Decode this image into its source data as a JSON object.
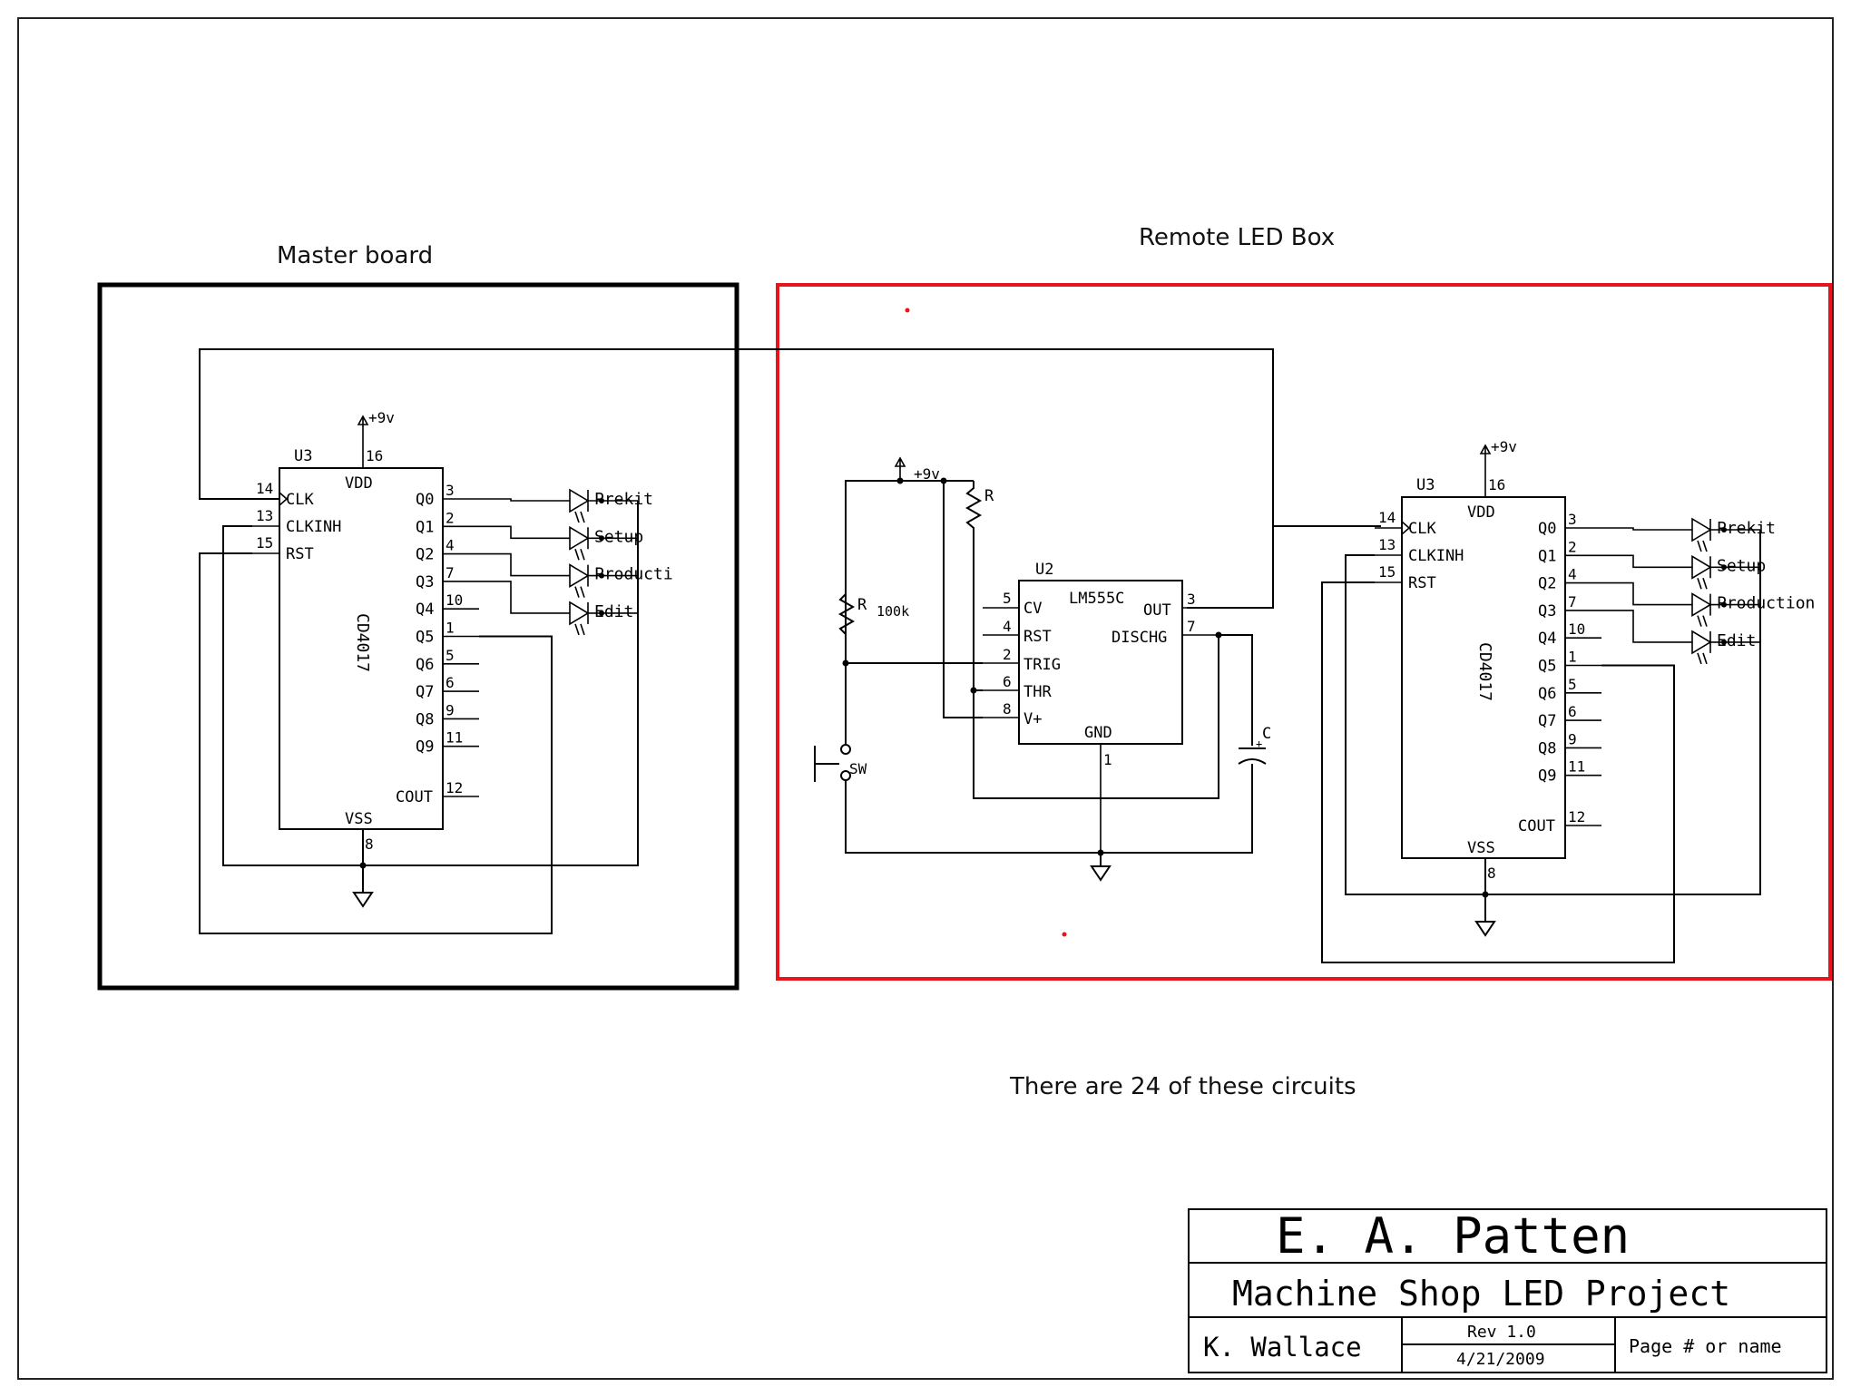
{
  "labels": {
    "master_board": "Master board",
    "remote_box": "Remote LED Box",
    "note": "There are 24 of these circuits"
  },
  "counter": {
    "ref": "U3",
    "part": "CD4017",
    "supply": "+9v",
    "pins_left": [
      {
        "num": "14",
        "name": "CLK"
      },
      {
        "num": "13",
        "name": "CLKINH"
      },
      {
        "num": "15",
        "name": "RST"
      }
    ],
    "pins_right": [
      {
        "num": "3",
        "name": "Q0"
      },
      {
        "num": "2",
        "name": "Q1"
      },
      {
        "num": "4",
        "name": "Q2"
      },
      {
        "num": "7",
        "name": "Q3"
      },
      {
        "num": "10",
        "name": "Q4"
      },
      {
        "num": "1",
        "name": "Q5"
      },
      {
        "num": "5",
        "name": "Q6"
      },
      {
        "num": "6",
        "name": "Q7"
      },
      {
        "num": "9",
        "name": "Q8"
      },
      {
        "num": "11",
        "name": "Q9"
      },
      {
        "num": "12",
        "name": "COUT"
      }
    ],
    "vdd": {
      "num": "16",
      "name": "VDD"
    },
    "vss": {
      "num": "8",
      "name": "VSS"
    }
  },
  "leds_master": [
    "Prekit",
    "Setup",
    "Producti",
    "Edit"
  ],
  "leds_remote": [
    "Prekit",
    "Setup",
    "Production",
    "Edit"
  ],
  "timer": {
    "ref": "U2",
    "part": "LM555C",
    "pins_left": [
      {
        "num": "5",
        "name": "CV"
      },
      {
        "num": "4",
        "name": "RST"
      },
      {
        "num": "2",
        "name": "TRIG"
      },
      {
        "num": "6",
        "name": "THR"
      },
      {
        "num": "8",
        "name": "V+"
      }
    ],
    "pins_right": [
      {
        "num": "3",
        "name": "OUT"
      },
      {
        "num": "7",
        "name": "DISCHG"
      }
    ],
    "gnd": {
      "num": "1",
      "name": "GND"
    }
  },
  "components": {
    "supply": "+9v",
    "r_top": "R",
    "r_left": "R",
    "r_left_value": "100k",
    "cap": "C",
    "cap_plus": "+",
    "switch": "SW"
  },
  "title_block": {
    "company": "E. A. Patten",
    "project": "Machine Shop LED Project",
    "author": "K. Wallace",
    "rev": "Rev 1.0",
    "date": "4/21/2009",
    "page": "Page # or name"
  },
  "colors": {
    "remote_frame": "#e8141b",
    "master_frame": "#000000"
  }
}
